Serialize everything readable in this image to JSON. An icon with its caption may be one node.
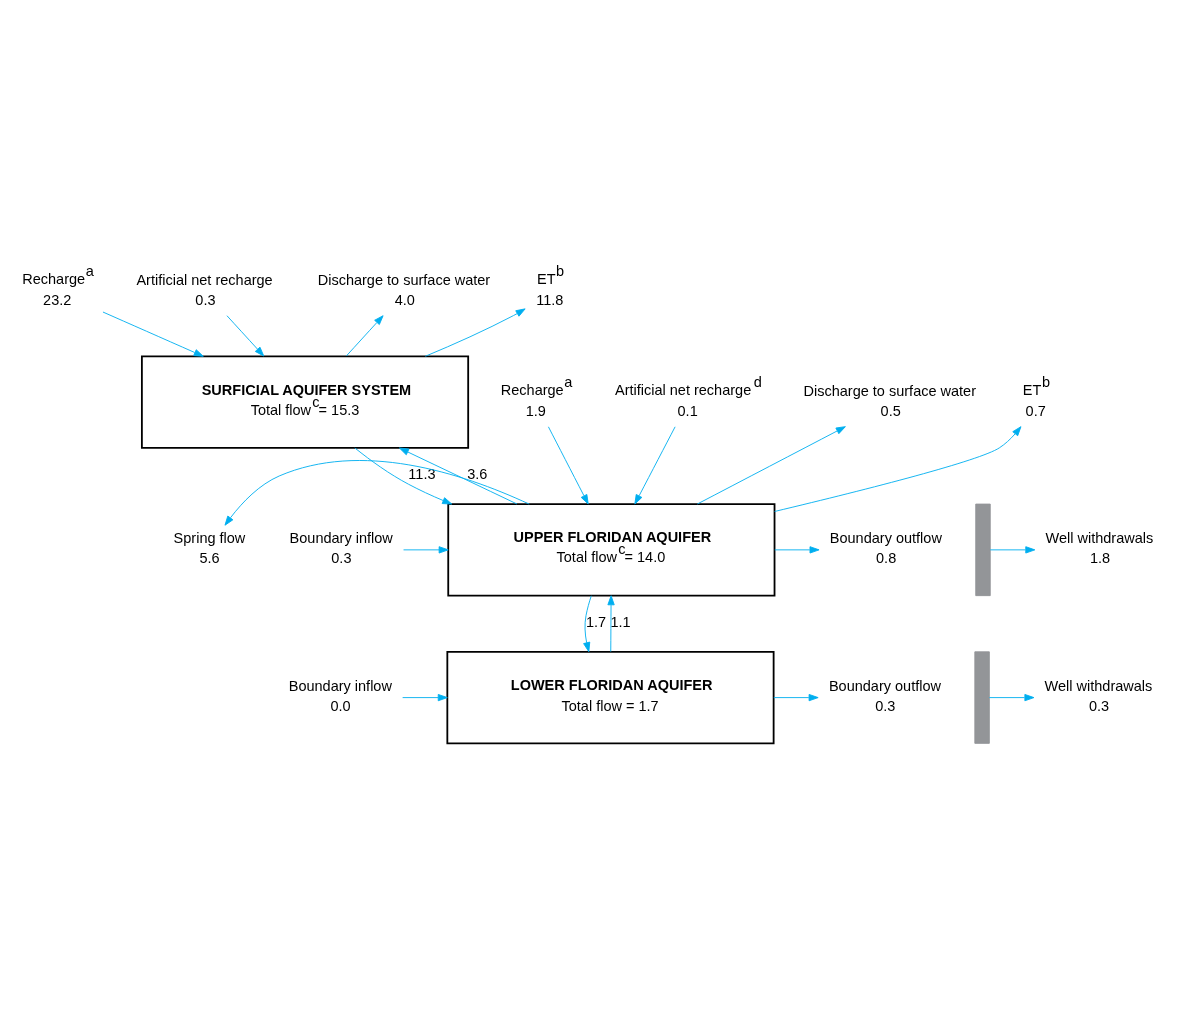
{
  "diagram": {
    "nodes": [
      {
        "text": [
          "Recharge$^{a}$",
          "23.2"
        ]
      },
      {
        "text": [
          "Artificial net recharge",
          "0.3"
        ]
      },
      {
        "text": [
          "Discharge to surface water",
          "4.0"
        ]
      },
      {
        "text": [
          "ET$^{b}$",
          "11.8"
        ]
      },
      {
        "text": [
          "SURFICIAL AQUIFER SYSTEM",
          "Total flow$^{c}$= 15.3"
        ]
      },
      {
        "text": [
          "Recharge$^{a}$",
          "1.9"
        ]
      },
      {
        "text": [
          "Artificial net recharge$^{d}$",
          "0.1"
        ]
      },
      {
        "text": [
          "Discharge to surface water",
          "0.5"
        ]
      },
      {
        "text": [
          "ET$^{b}$",
          "0.7"
        ]
      },
      {
        "text": [
          "Well withdrawals",
          "1.8"
        ]
      },
      {
        "text": [],
        "shape": "bar"
      },
      {
        "text": [
          "Spring flow",
          "5.6"
        ]
      },
      {
        "text": [
          "UPPER FLORIDAN AQUIFER",
          "Total flow$^{c}$= 14.0"
        ]
      },
      {
        "text": [
          "Boundary inflow",
          "0.3"
        ]
      },
      {
        "text": [
          "Boundary outflow",
          "0.8"
        ]
      },
      {
        "text": [
          "Well withdrawals",
          "0.3"
        ]
      },
      {
        "text": [],
        "shape": "bar"
      },
      {
        "text": [
          "LOWER FLORIDAN AQUIFER",
          "Total flow = 1.7"
        ]
      },
      {
        "text": [
          "Boundary inflow",
          "0.0"
        ]
      },
      {
        "text": [
          "Boundary outflow",
          "0.3"
        ]
      }
    ],
    "edges": [
      {
        "from": 0,
        "to": 4,
        "arrow": "to"
      },
      {
        "from": 1,
        "to": 4,
        "arrow": "to"
      },
      {
        "from": 4,
        "to": 2,
        "arrow": "to"
      },
      {
        "from": 4,
        "to": 3,
        "arrow": "to"
      },
      {
        "from": 4,
        "to": 12,
        "arrow": "to",
        "label": "11.3"
      },
      {
        "from": 12,
        "to": 4,
        "arrow": "to",
        "label": "3.6"
      },
      {
        "from": 5,
        "to": 12,
        "arrow": "to"
      },
      {
        "from": 6,
        "to": 12,
        "arrow": "to"
      },
      {
        "from": 12,
        "to": 7,
        "arrow": "to"
      },
      {
        "from": 12,
        "to": 8,
        "arrow": "to"
      },
      {
        "from": 10,
        "to": 9,
        "arrow": "to"
      },
      {
        "from": 12,
        "to": 11,
        "arrow": "to"
      },
      {
        "from": 13,
        "to": 12,
        "arrow": "to"
      },
      {
        "from": 12,
        "to": 14,
        "arrow": "to"
      },
      {
        "from": 12,
        "to": 17,
        "arrow": "to",
        "label": "1.7"
      },
      {
        "from": 17,
        "to": 12,
        "arrow": "to",
        "label": "1.1"
      },
      {
        "from": 16,
        "to": 15,
        "arrow": "to"
      },
      {
        "from": 18,
        "to": 17,
        "arrow": "to"
      },
      {
        "from": 17,
        "to": 19,
        "arrow": "to"
      }
    ]
  }
}
